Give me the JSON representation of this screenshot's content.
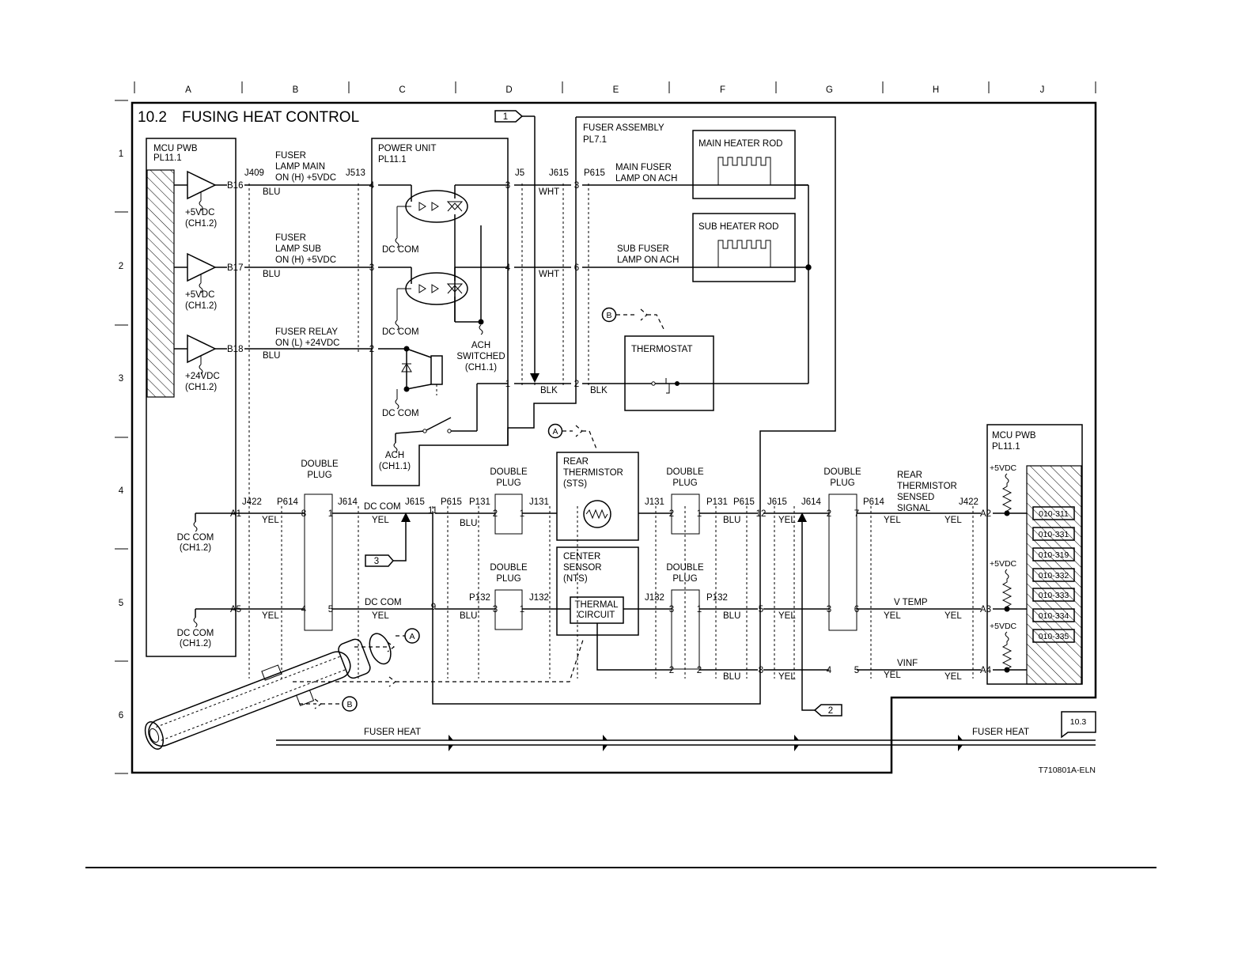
{
  "section_number": "10.2",
  "section_title": "FUSING HEAT CONTROL",
  "drawing_id": "T710801A-ELN",
  "column_refs": [
    "A",
    "B",
    "C",
    "D",
    "E",
    "F",
    "G",
    "H",
    "J"
  ],
  "row_refs": [
    "1",
    "2",
    "3",
    "4",
    "5",
    "6"
  ],
  "blocks": {
    "mcu_pwb": {
      "name": "MCU PWB",
      "part": "PL11.1"
    },
    "mcu_pwb_right": {
      "name": "MCU PWB",
      "part": "PL11.1"
    },
    "power_unit": {
      "name": "POWER UNIT",
      "part": "PL11.1"
    },
    "fuser_assembly": {
      "name": "FUSER ASSEMBLY",
      "part": "PL7.1"
    },
    "main_heater": "MAIN HEATER ROD",
    "sub_heater": "SUB HEATER ROD",
    "thermostat": "THERMOSTAT",
    "rear_thermistor": [
      "REAR",
      "THERMISTOR",
      "(STS)"
    ],
    "center_sensor": [
      "CENTER",
      "SENSOR",
      "(NTS)"
    ],
    "thermal_circuit": [
      "THERMAL",
      "CIRCUIT"
    ],
    "double_plug": [
      "DOUBLE",
      "PLUG"
    ]
  },
  "signals": {
    "lamp_main": [
      "FUSER",
      "LAMP MAIN",
      "ON (H) +5VDC"
    ],
    "lamp_sub": [
      "FUSER",
      "LAMP SUB",
      "ON (H) +5VDC"
    ],
    "relay": [
      "FUSER RELAY",
      "ON (L) +24VDC"
    ],
    "main_fuser_ach": [
      "MAIN FUSER",
      "LAMP ON ACH"
    ],
    "sub_fuser_ach": [
      "SUB FUSER",
      "LAMP ON ACH"
    ],
    "rear_sensed": [
      "REAR",
      "THERMISTOR",
      "SENSED",
      "SIGNAL"
    ],
    "v_temp": "V TEMP",
    "vinf": "VINF",
    "ach_switched": [
      "ACH",
      "SWITCHED",
      "(CH1.1)"
    ],
    "ach": [
      "ACH",
      "(CH1.1)"
    ],
    "dc_com": "DC COM",
    "dc_com_ch12": [
      "DC COM",
      "(CH1.2)"
    ],
    "p5v_ch12": [
      "+5VDC",
      "(CH1.2)"
    ],
    "p24v_ch12": [
      "+24VDC",
      "(CH1.2)"
    ],
    "p5v": "+5VDC",
    "fuser_heat": "FUSER HEAT"
  },
  "pins": {
    "b16": "B16",
    "b17": "B17",
    "b18": "B18",
    "a1": "A1",
    "a5": "A5",
    "a2": "A2",
    "a3": "A3",
    "a4": "A4"
  },
  "connectors": {
    "j409": "J409",
    "j513": "J513",
    "j5": "J5",
    "j615": "J615",
    "p615": "P615",
    "j422": "J422",
    "p614": "P614",
    "j614": "J614",
    "p131": "P131",
    "j131": "J131",
    "p132": "P132",
    "j132": "J132"
  },
  "wire_colors": {
    "blu": "BLU",
    "wht": "WHT",
    "blk": "BLK",
    "yel": "YEL"
  },
  "pin_numbers": [
    "1",
    "2",
    "3",
    "4",
    "5",
    "6",
    "7",
    "8",
    "9",
    "11",
    "12"
  ],
  "offpage_refs": {
    "ref1": "1",
    "ref2": "2",
    "ref3": "3",
    "next_page": "10.3"
  },
  "callouts": {
    "a": "A",
    "b": "B"
  },
  "fault_codes": [
    "010-311",
    "010-331",
    "010-319",
    "010-332",
    "010-333",
    "010-334",
    "010-335"
  ],
  "icons": [
    "hatched-board-icon",
    "buffer-triangle-icon",
    "optocoupler-triac-icon",
    "heater-element-icon",
    "thermistor-icon",
    "resistor-icon",
    "ground-icon",
    "fuser-roll-illustration"
  ]
}
